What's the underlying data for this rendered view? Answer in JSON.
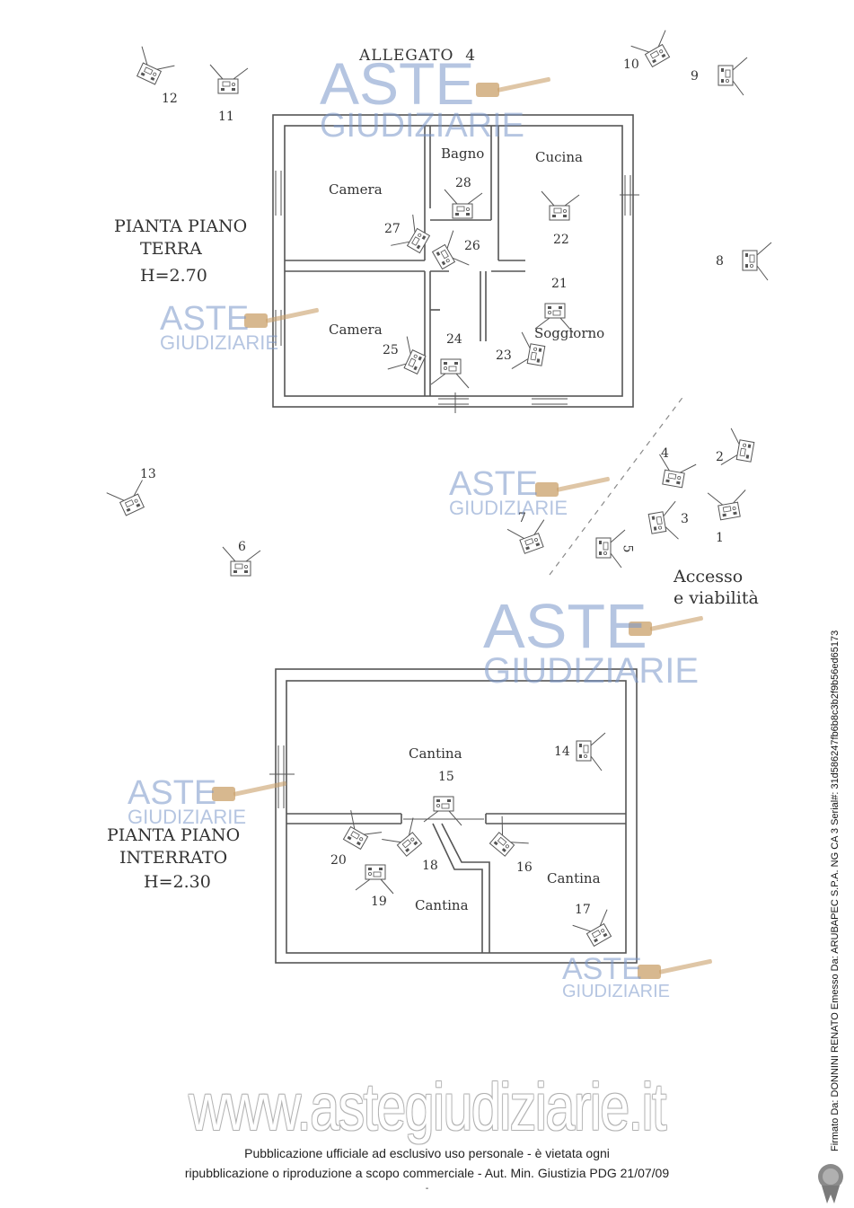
{
  "title": "ALLEGATO  4",
  "ground_floor": {
    "label_line1": "PIANTA PIANO",
    "label_line2": "TERRA",
    "label_line3": "H=2.70",
    "rooms": [
      "Camera",
      "Bagno",
      "Cucina",
      "Camera",
      "Soggiorno"
    ]
  },
  "basement": {
    "label_line1": "PIANTA PIANO",
    "label_line2": "INTERRATO",
    "label_line3": "H=2.30",
    "rooms": [
      "Cantina",
      "Cantina",
      "Cantina"
    ]
  },
  "access_label": [
    "Accesso",
    "e viabilità"
  ],
  "camera_points": [
    "1",
    "2",
    "3",
    "4",
    "5",
    "6",
    "7",
    "8",
    "9",
    "10",
    "11",
    "12",
    "13",
    "14",
    "15",
    "16",
    "17",
    "18",
    "19",
    "20",
    "21",
    "22",
    "23",
    "24",
    "25",
    "26",
    "27",
    "28"
  ],
  "watermark": {
    "line1": "ASTE",
    "line2": "GIUDIZIARIE"
  },
  "site_url": "www.astegiudiziarie.it",
  "footer_line1": "Pubblicazione ufficiale ad esclusivo uso personale - è vietata ogni",
  "footer_line2": "ripubblicazione o riproduzione a scopo commerciale - Aut. Min. Giustizia PDG 21/07/09",
  "footer_dash": "-",
  "signature": "Firmato Da: DONNINI RENATO Emesso Da: ARUBAPEC S.P.A. NG CA 3 Serial#: 31d586247fb6b8c3b2f9b56ed65173",
  "colors": {
    "wall": "#555555",
    "watermark": "#7f9ac8",
    "gavel": "#c9a06a"
  }
}
